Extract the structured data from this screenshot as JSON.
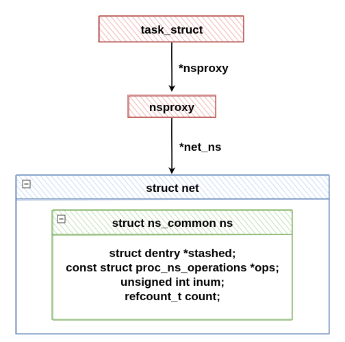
{
  "nodes": {
    "task_struct": {
      "label": "task_struct"
    },
    "nsproxy": {
      "label": "nsproxy"
    },
    "struct_net": {
      "label": "struct net",
      "collapse_glyph": "−"
    },
    "ns_common": {
      "label": "struct ns_common ns",
      "collapse_glyph": "−",
      "fields": [
        "struct dentry *stashed;",
        "const struct proc_ns_operations *ops;",
        "unsigned int inum;",
        "refcount_t count;"
      ]
    }
  },
  "edges": [
    {
      "from": "task_struct",
      "to": "nsproxy",
      "label": "*nsproxy"
    },
    {
      "from": "nsproxy",
      "to": "struct_net",
      "label": "*net_ns"
    }
  ],
  "colors": {
    "red_stroke": "#b85450",
    "red_fill": "#f8cecc",
    "blue_stroke": "#6c8ebf",
    "blue_fill": "#dae8fc",
    "green_stroke": "#82b366",
    "green_fill": "#d5e8d4",
    "collapse_stroke": "#444444"
  },
  "icons": {
    "collapse": "minus-square-icon"
  }
}
